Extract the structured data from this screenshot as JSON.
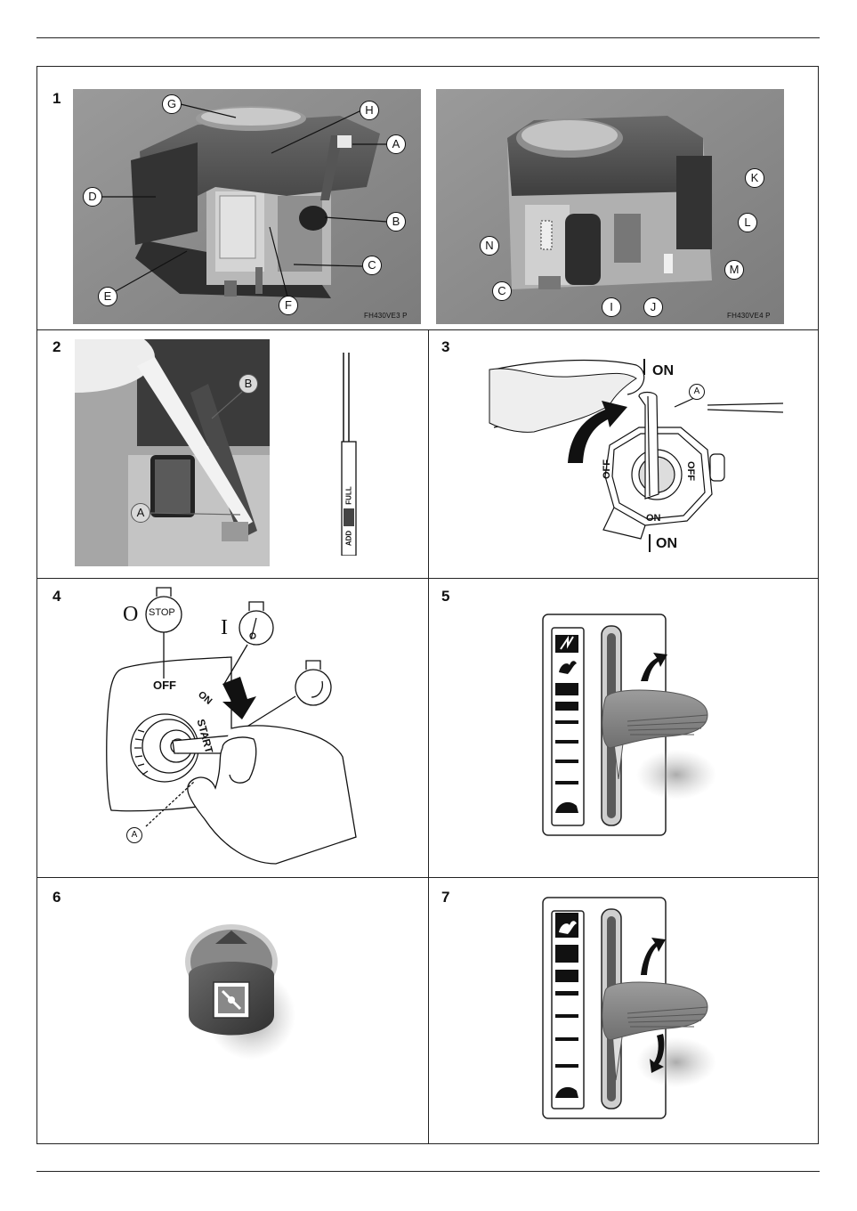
{
  "panels": [
    {
      "number": "1",
      "codes": [
        "FH430VE3 P",
        "FH430VE4 P"
      ]
    },
    {
      "number": "2"
    },
    {
      "number": "3"
    },
    {
      "number": "4"
    },
    {
      "number": "5"
    },
    {
      "number": "6"
    },
    {
      "number": "7"
    }
  ],
  "panel1": {
    "left_callouts": [
      "G",
      "H",
      "A",
      "D",
      "B",
      "C",
      "E",
      "F"
    ],
    "right_callouts": [
      "K",
      "L",
      "N",
      "M",
      "C",
      "I",
      "J"
    ]
  },
  "panel2": {
    "callouts": [
      "B",
      "A"
    ],
    "dipstick": {
      "add": "ADD",
      "full": "FULL"
    }
  },
  "panel3": {
    "callout": "A",
    "on_top": "ON",
    "on_bottom": "ON",
    "off_left": "OFF",
    "off_right": "OFF",
    "on_ring": "ON"
  },
  "panel4": {
    "off_symbol": "O",
    "stop": "STOP",
    "on_symbol": "I",
    "off": "OFF",
    "on": "ON",
    "start": "START",
    "callout": "A"
  }
}
